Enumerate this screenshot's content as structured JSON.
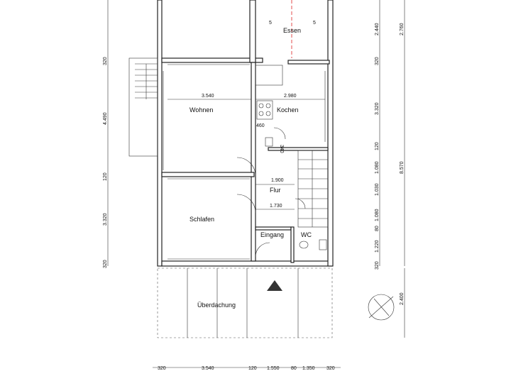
{
  "rooms": {
    "essen": "Essen",
    "wohnen": "Wohnen",
    "kochen": "Kochen",
    "flur": "Flur",
    "schlafen": "Schlafen",
    "eingang": "Eingang",
    "wc": "WC",
    "ueberdachung": "Überdachung"
  },
  "interior_dims": {
    "wohnen_width": "3.540",
    "kochen_width": "2.980",
    "kitchen_460": "460",
    "kitchen_340": "340",
    "flur_1900": "1.900",
    "flur_1730": "1.730"
  },
  "left_dims": [
    "320",
    "4.490",
    "120",
    "3.320",
    "320"
  ],
  "right_inner_dims": [
    "2.440",
    "320",
    "3.320",
    "120",
    "1.080",
    "1.030",
    "1.080",
    "80",
    "1.220",
    "320"
  ],
  "right_outer_dims": [
    "2.760",
    "8.570",
    "2.400"
  ],
  "bottom_dims": [
    "320",
    "3.540",
    "120",
    "1.550",
    "80",
    "1.350",
    "320"
  ],
  "stair_label": "5",
  "colors": {
    "wall": "#222222",
    "accent": "#dd2222",
    "background": "#ffffff"
  }
}
